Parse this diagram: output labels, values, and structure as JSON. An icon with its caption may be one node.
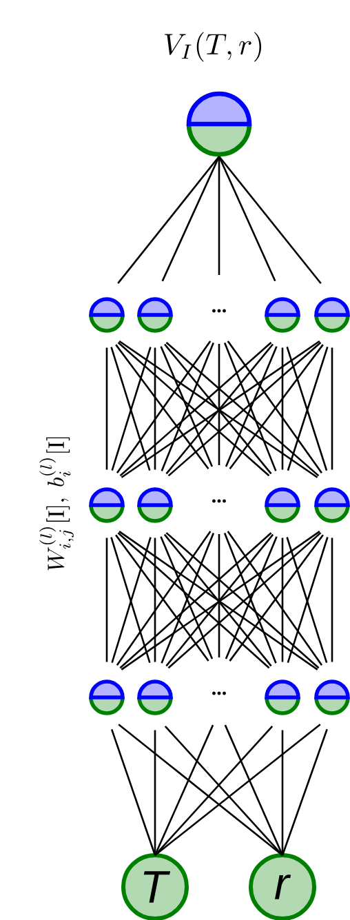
{
  "diagram": {
    "nodes": [
      {
        "text": [],
        "shape": "circle"
      },
      {
        "text": [],
        "shape": "circle"
      },
      {
        "text": [],
        "shape": "circle"
      },
      {
        "text": [
          "..."
        ]
      },
      {
        "text": [],
        "shape": "circle"
      },
      {
        "text": [],
        "shape": "circle"
      },
      {
        "text": [],
        "shape": "circle"
      },
      {
        "text": [],
        "shape": "circle"
      },
      {
        "text": [
          "..."
        ]
      },
      {
        "text": [],
        "shape": "circle"
      },
      {
        "text": [],
        "shape": "circle"
      },
      {
        "text": [],
        "shape": "circle"
      },
      {
        "text": [],
        "shape": "circle"
      },
      {
        "text": [
          "..."
        ]
      },
      {
        "text": [],
        "shape": "circle"
      },
      {
        "text": [],
        "shape": "circle"
      },
      {
        "text": [
          "*T*"
        ]
      },
      {
        "text": [
          "*r*"
        ]
      }
    ],
    "edges": [
      {
        "from": 0,
        "to": 1,
        "arrow": "none"
      },
      {
        "from": 0,
        "to": 2,
        "arrow": "none"
      },
      {
        "from": 0,
        "to": 3,
        "arrow": "none"
      },
      {
        "from": 0,
        "to": 4,
        "arrow": "none"
      },
      {
        "from": 0,
        "to": 5,
        "arrow": "none"
      },
      {
        "from": 1,
        "to": 6,
        "arrow": "none"
      },
      {
        "from": 1,
        "to": 7,
        "arrow": "none"
      },
      {
        "from": 1,
        "to": 8,
        "arrow": "none"
      },
      {
        "from": 1,
        "to": 9,
        "arrow": "none"
      },
      {
        "from": 1,
        "to": 10,
        "arrow": "none"
      },
      {
        "from": 2,
        "to": 6,
        "arrow": "none"
      },
      {
        "from": 2,
        "to": 7,
        "arrow": "none"
      },
      {
        "from": 2,
        "to": 8,
        "arrow": "none"
      },
      {
        "from": 2,
        "to": 9,
        "arrow": "none"
      },
      {
        "from": 2,
        "to": 10,
        "arrow": "none"
      },
      {
        "from": 3,
        "to": 6,
        "arrow": "none"
      },
      {
        "from": 3,
        "to": 7,
        "arrow": "none"
      },
      {
        "from": 3,
        "to": 8,
        "arrow": "none"
      },
      {
        "from": 3,
        "to": 9,
        "arrow": "none"
      },
      {
        "from": 3,
        "to": 10,
        "arrow": "none"
      },
      {
        "from": 4,
        "to": 6,
        "arrow": "none"
      },
      {
        "from": 4,
        "to": 7,
        "arrow": "none"
      },
      {
        "from": 4,
        "to": 8,
        "arrow": "none"
      },
      {
        "from": 4,
        "to": 9,
        "arrow": "none"
      },
      {
        "from": 4,
        "to": 10,
        "arrow": "none"
      },
      {
        "from": 5,
        "to": 6,
        "arrow": "none"
      },
      {
        "from": 5,
        "to": 7,
        "arrow": "none"
      },
      {
        "from": 5,
        "to": 8,
        "arrow": "none"
      },
      {
        "from": 5,
        "to": 9,
        "arrow": "none"
      },
      {
        "from": 5,
        "to": 10,
        "arrow": "none"
      },
      {
        "from": 6,
        "to": 11,
        "arrow": "none"
      },
      {
        "from": 6,
        "to": 12,
        "arrow": "none"
      },
      {
        "from": 6,
        "to": 13,
        "arrow": "none"
      },
      {
        "from": 6,
        "to": 14,
        "arrow": "none"
      },
      {
        "from": 6,
        "to": 15,
        "arrow": "none"
      },
      {
        "from": 7,
        "to": 11,
        "arrow": "none"
      },
      {
        "from": 7,
        "to": 12,
        "arrow": "none"
      },
      {
        "from": 7,
        "to": 13,
        "arrow": "none"
      },
      {
        "from": 7,
        "to": 14,
        "arrow": "none"
      },
      {
        "from": 7,
        "to": 15,
        "arrow": "none"
      },
      {
        "from": 8,
        "to": 11,
        "arrow": "none"
      },
      {
        "from": 8,
        "to": 12,
        "arrow": "none"
      },
      {
        "from": 8,
        "to": 13,
        "arrow": "none"
      },
      {
        "from": 8,
        "to": 14,
        "arrow": "none"
      },
      {
        "from": 8,
        "to": 15,
        "arrow": "none"
      },
      {
        "from": 9,
        "to": 11,
        "arrow": "none"
      },
      {
        "from": 9,
        "to": 12,
        "arrow": "none"
      },
      {
        "from": 9,
        "to": 13,
        "arrow": "none"
      },
      {
        "from": 9,
        "to": 14,
        "arrow": "none"
      },
      {
        "from": 9,
        "to": 15,
        "arrow": "none"
      },
      {
        "from": 10,
        "to": 11,
        "arrow": "none"
      },
      {
        "from": 10,
        "to": 12,
        "arrow": "none"
      },
      {
        "from": 10,
        "to": 13,
        "arrow": "none"
      },
      {
        "from": 10,
        "to": 14,
        "arrow": "none"
      },
      {
        "from": 10,
        "to": 15,
        "arrow": "none"
      },
      {
        "from": 11,
        "to": 16,
        "arrow": "none"
      },
      {
        "from": 11,
        "to": 17,
        "arrow": "none"
      },
      {
        "from": 12,
        "to": 16,
        "arrow": "none"
      },
      {
        "from": 12,
        "to": 17,
        "arrow": "none"
      },
      {
        "from": 13,
        "to": 16,
        "arrow": "none"
      },
      {
        "from": 13,
        "to": 17,
        "arrow": "none"
      },
      {
        "from": 14,
        "to": 16,
        "arrow": "none"
      },
      {
        "from": 14,
        "to": 17,
        "arrow": "none"
      },
      {
        "from": 15,
        "to": 16,
        "arrow": "none"
      },
      {
        "from": 15,
        "to": 17,
        "arrow": "none"
      }
    ],
    "labels": [
      "V_I(T, r)",
      "W^{(l)}_{i,j}[\\mathrm{I}],\\ b^{(l)}_i[\\mathrm{I}]"
    ]
  }
}
